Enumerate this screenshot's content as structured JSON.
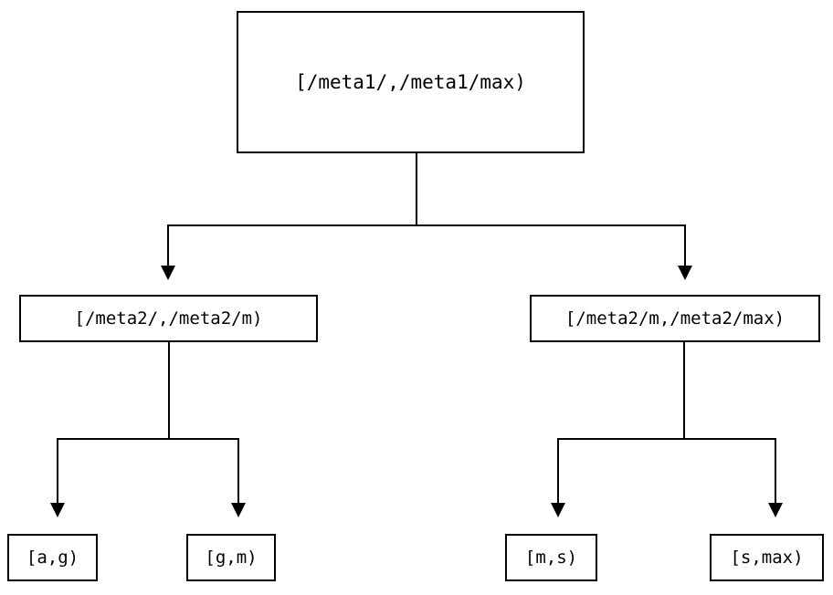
{
  "diagram": {
    "type": "tree",
    "title": "",
    "nodes": {
      "root": {
        "label": "[/meta1/,/meta1/max)"
      },
      "mid_left": {
        "label": "[/meta2/,/meta2/m)"
      },
      "mid_right": {
        "label": "[/meta2/m,/meta2/max)"
      },
      "leaf_a_g": {
        "label": "[a,g)"
      },
      "leaf_g_m": {
        "label": "[g,m)"
      },
      "leaf_m_s": {
        "label": "[m,s)"
      },
      "leaf_s_max": {
        "label": "[s,max)"
      }
    },
    "edges": [
      {
        "from": "root",
        "to": "mid_left"
      },
      {
        "from": "root",
        "to": "mid_right"
      },
      {
        "from": "mid_left",
        "to": "leaf_a_g"
      },
      {
        "from": "mid_left",
        "to": "leaf_g_m"
      },
      {
        "from": "mid_right",
        "to": "leaf_m_s"
      },
      {
        "from": "mid_right",
        "to": "leaf_s_max"
      }
    ],
    "colors": {
      "background": "#ffffff",
      "stroke": "#000000",
      "text": "#000000"
    }
  }
}
